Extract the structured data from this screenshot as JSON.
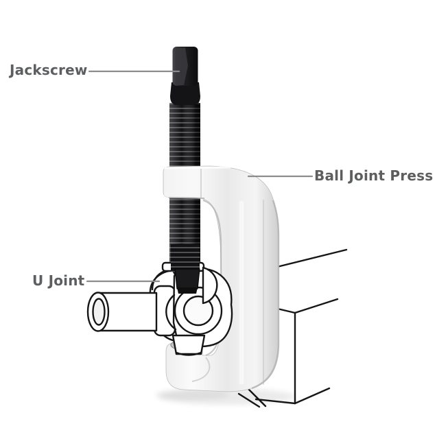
{
  "figure_title": "Ball joint press tool annotated diagram",
  "labels": [
    {
      "id": "jackscrew",
      "text": "Jackscrew",
      "points_to": "hex head of the jackscrew"
    },
    {
      "id": "ball-joint-press",
      "text": "Ball Joint Press",
      "points_to": "silver C-frame body"
    },
    {
      "id": "u-joint",
      "text": "U Joint",
      "points_to": "universal joint clamped in the press"
    }
  ],
  "theme": {
    "background": "#ffffff",
    "label_color": "#5d5e60",
    "callout_line_color": "#8c8c8c",
    "line_art_color": "#161616",
    "metal_light": "#fafafa",
    "metal_mid": "#e6e6e6",
    "metal_dark": "#c0c0c0",
    "screw_dark": "#121214",
    "screw_ridge": "#4e4e54"
  }
}
